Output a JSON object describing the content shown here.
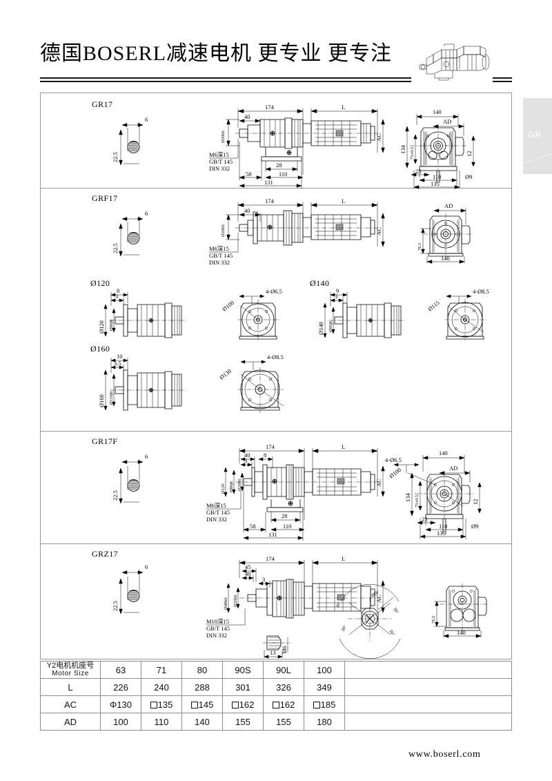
{
  "header": {
    "title": "德国BOSERL减速电机  更专业  更专注",
    "logo_icon": "gearmotor-line-art"
  },
  "side_tab": {
    "label": "GR"
  },
  "footer": {
    "url": "www.boserl.com"
  },
  "sections": [
    {
      "id": "gr17",
      "title": "GR17",
      "shaft_view": {
        "key_width": "6",
        "height": "22.5"
      },
      "side_view": {
        "dims": [
          "174",
          "L",
          "40",
          "Ø20h6",
          "28",
          "58",
          "110",
          "131",
          "AC"
        ],
        "thread_note": [
          "M6深15",
          "GB/T 145",
          "DIN 332"
        ]
      },
      "end_view": {
        "dims": [
          "140",
          "AD",
          "134",
          "75±0.5",
          "12",
          "25",
          "110",
          "135",
          "Ø9"
        ]
      }
    },
    {
      "id": "grf17",
      "title": "GRF17",
      "shaft_view": {
        "key_width": "6",
        "height": "22.5"
      },
      "side_view": {
        "dims": [
          "174",
          "L",
          "40",
          "Ø20h6",
          "AC"
        ],
        "thread_note": [
          "M6深15",
          "GB/T 145",
          "DIN 332"
        ]
      },
      "end_view": {
        "dims": [
          "AD",
          "76.5",
          "140"
        ]
      },
      "flanges": [
        {
          "label": "Ø120",
          "dims": [
            "8",
            "3",
            "Ø120",
            "Ø80j6"
          ],
          "face": {
            "bolt": "4-Ø6.5",
            "pcd": "Ø100"
          }
        },
        {
          "label": "Ø140",
          "dims": [
            "9",
            "3",
            "Ø140",
            "Ø95j6"
          ],
          "face": {
            "bolt": "4-Ø8.5",
            "pcd": "Ø115"
          }
        },
        {
          "label": "Ø160",
          "dims": [
            "10",
            "3.5",
            "Ø160",
            "Ø110j6"
          ],
          "face": {
            "bolt": "4-Ø8.5",
            "pcd": "Ø130"
          }
        }
      ]
    },
    {
      "id": "gr17f",
      "title": "GR17F",
      "shaft_view": {
        "key_width": "6",
        "height": "22.5"
      },
      "side_view": {
        "dims": [
          "174",
          "L",
          "40",
          "8",
          "3",
          "Ø120",
          "Ø80j6",
          "Ø20h6",
          "28",
          "58",
          "110",
          "131",
          "AC"
        ],
        "thread_note": [
          "M6深15",
          "GB/T 145",
          "DIN 332"
        ]
      },
      "end_view": {
        "dims": [
          "140",
          "AD",
          "4-Ø6.5",
          "Ø100",
          "134",
          "75±0.5",
          "12",
          "25",
          "110",
          "135",
          "Ø9"
        ]
      }
    },
    {
      "id": "grz17",
      "title": "GRZ17",
      "shaft_view": {
        "key_width": "6",
        "height": "22.5"
      },
      "side_view": {
        "dims": [
          "174",
          "L",
          "45",
          "40",
          "3",
          "Ø48h6",
          "Ø20h6",
          "AC",
          "13",
          "M6"
        ],
        "thread_note": [
          "M10深15",
          "GB/T 145",
          "DIN 332"
        ]
      },
      "torque_arm": {
        "pcd": "Ø60",
        "angles": [
          "30°",
          "30°",
          "30°",
          "30°"
        ]
      },
      "end_view": {
        "dims": [
          "76.5",
          "140"
        ]
      }
    }
  ],
  "table": {
    "rows": [
      {
        "head_cn": "Y2电机机座号",
        "head_en": "Motor Size",
        "values": [
          "63",
          "71",
          "80",
          "90S",
          "90L",
          "100"
        ],
        "value_prefix": [
          "",
          "",
          "",
          "",
          "",
          ""
        ]
      },
      {
        "head_cn": "L",
        "head_en": "",
        "values": [
          "226",
          "240",
          "288",
          "301",
          "326",
          "349"
        ],
        "value_prefix": [
          "",
          "",
          "",
          "",
          "",
          ""
        ]
      },
      {
        "head_cn": "AC",
        "head_en": "",
        "values": [
          "130",
          "135",
          "145",
          "162",
          "162",
          "185"
        ],
        "value_prefix": [
          "Φ",
          "square",
          "square",
          "square",
          "square",
          "square"
        ]
      },
      {
        "head_cn": "AD",
        "head_en": "",
        "values": [
          "100",
          "110",
          "140",
          "155",
          "155",
          "180"
        ],
        "value_prefix": [
          "",
          "",
          "",
          "",
          "",
          ""
        ]
      }
    ]
  }
}
